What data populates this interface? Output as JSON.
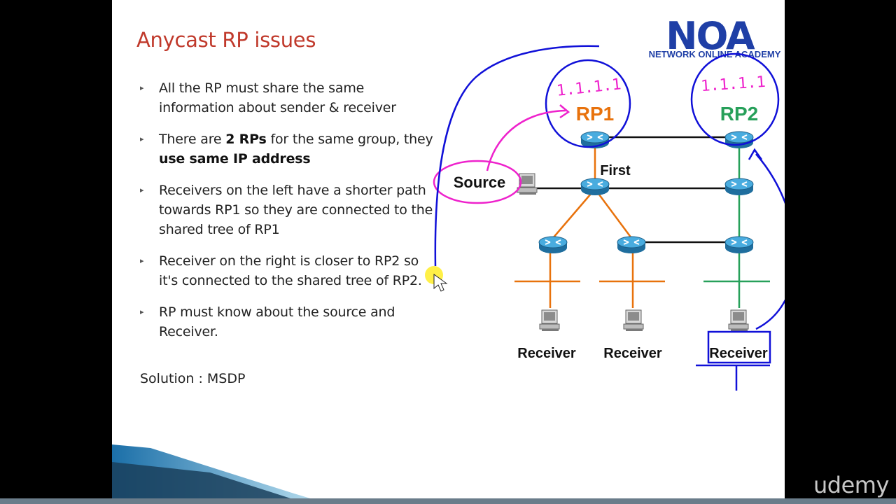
{
  "slide": {
    "title": "Anycast RP issues",
    "bullets": [
      {
        "parts": [
          {
            "text": "All the RP must share the same information about sender & receiver",
            "bold": false
          }
        ]
      },
      {
        "parts": [
          {
            "text": "There are ",
            "bold": false
          },
          {
            "text": "2 RPs",
            "bold": true
          },
          {
            "text": " for the same group, they ",
            "bold": false
          },
          {
            "text": "use same IP address",
            "bold": true
          }
        ]
      },
      {
        "parts": [
          {
            "text": "Receivers on the left have a shorter path towards RP1 so they are connected to the shared tree of RP1",
            "bold": false
          }
        ]
      },
      {
        "parts": [
          {
            "text": "Receiver on the right is closer to RP2 so it's connected to the shared tree  of RP2.",
            "bold": false
          }
        ]
      },
      {
        "parts": [
          {
            "text": "RP must know about the source and Receiver.",
            "bold": false
          }
        ]
      }
    ],
    "solution": "Solution : MSDP"
  },
  "logo": {
    "letters": "NOA",
    "text": "NETWORK ONLINE ACADEMY"
  },
  "diagram": {
    "rp1_label": "RP1",
    "rp2_label": "RP2",
    "source_label": "Source",
    "first_label": "First",
    "receiver_label": "Receiver",
    "handwritten_rp1": "1.1.1.1",
    "handwritten_rp2": "1.1.1.1",
    "colors": {
      "rp1": "#e8720c",
      "rp2": "#27a05a",
      "annotation_blue": "#1010d8",
      "annotation_magenta": "#ee22cc",
      "router": "#3fa2d8",
      "link": "#111111"
    }
  },
  "watermark": "udemy"
}
